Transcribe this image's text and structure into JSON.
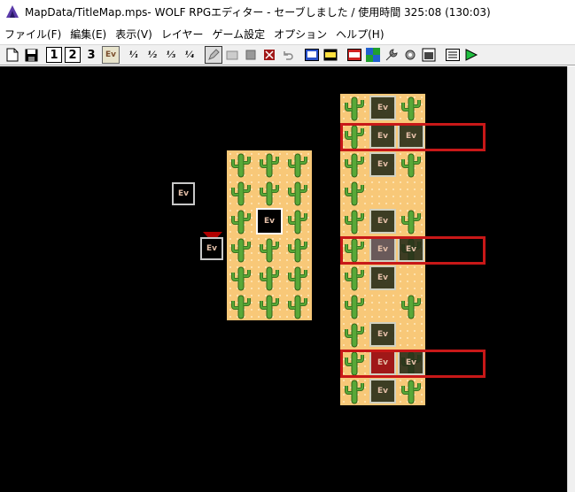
{
  "window": {
    "title": "MapData/TitleMap.mps- WOLF RPGエディター - セーブしました / 使用時間 325:08 (130:03)"
  },
  "menu": {
    "items": [
      "ファイル(F)",
      "編集(E)",
      "表示(V)",
      "レイヤー",
      "ゲーム設定",
      "オプション",
      "ヘルプ(H)"
    ]
  },
  "toolbar": {
    "layer_labels": [
      "1",
      "2",
      "3"
    ],
    "event_label": "Ev",
    "icons": [
      "new-file-icon",
      "save-icon",
      "layer-1-button",
      "layer-2-button",
      "layer-3-button",
      "event-layer-button",
      "zoom-1-icon",
      "zoom-2-icon",
      "zoom-3-icon",
      "zoom-4-icon",
      "pencil-icon",
      "rect-fill-icon",
      "fill-icon",
      "shadow-icon",
      "undo-icon",
      "map-select-icon",
      "end-icon",
      "sys-db-icon",
      "color-grid-icon",
      "wrench-icon",
      "cog-icon",
      "map-icon",
      "list-icon",
      "play-icon"
    ]
  },
  "map": {
    "event_label": "Ev",
    "colors": {
      "background": "#000000",
      "sand": "#f8c878",
      "cactus": "#58a838",
      "highlight": "#c81818",
      "marker": "#b00000"
    }
  }
}
